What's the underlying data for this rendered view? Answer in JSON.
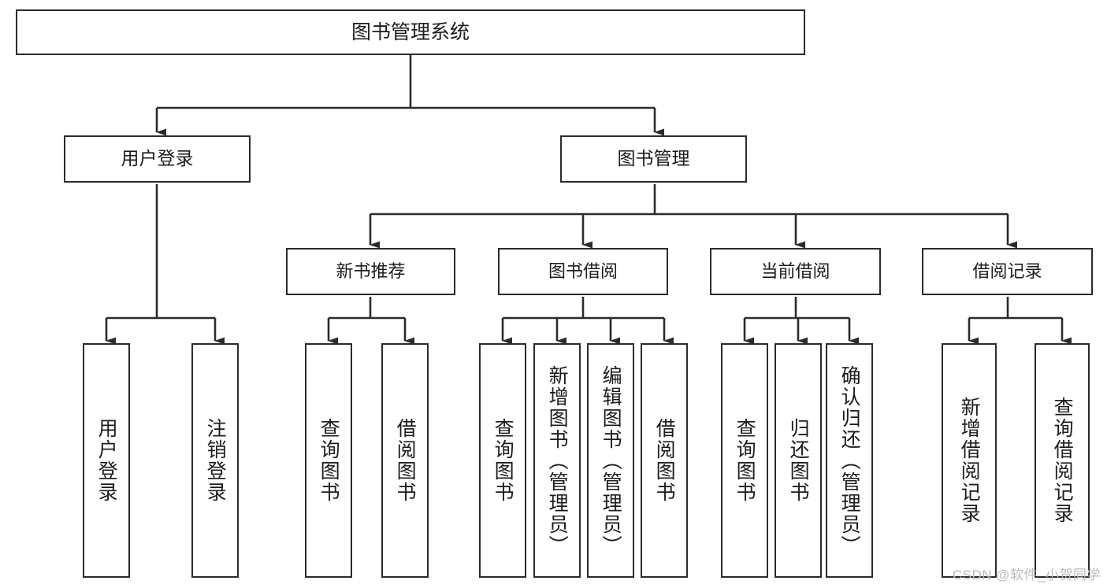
{
  "diagram": {
    "type": "tree-hierarchy-chart",
    "title": "图书管理系统",
    "stroke_color": "#2b2b2b",
    "background_color": "#ffffff",
    "nodes": {
      "root": {
        "label": "图书管理系统"
      },
      "level2": [
        {
          "id": "user-login",
          "label": "用户登录"
        },
        {
          "id": "book-management",
          "label": "图书管理"
        }
      ],
      "level3": [
        {
          "id": "new-book-recommend",
          "label": "新书推荐"
        },
        {
          "id": "book-borrow",
          "label": "图书借阅"
        },
        {
          "id": "current-borrow",
          "label": "当前借阅"
        },
        {
          "id": "borrow-record",
          "label": "借阅记录"
        }
      ],
      "leaves": {
        "user-login": [
          {
            "id": "leaf-user-login",
            "label": "用户登录"
          },
          {
            "id": "leaf-logout-login",
            "label": "注销登录"
          }
        ],
        "new-book-recommend": [
          {
            "id": "leaf-query-book-1",
            "label": "查询图书"
          },
          {
            "id": "leaf-borrow-book-1",
            "label": "借阅图书"
          }
        ],
        "book-borrow": [
          {
            "id": "leaf-query-book-2",
            "label": "查询图书"
          },
          {
            "id": "leaf-add-book",
            "label": "新增图书（管理员）"
          },
          {
            "id": "leaf-edit-book",
            "label": "编辑图书（管理员）"
          },
          {
            "id": "leaf-borrow-book-2",
            "label": "借阅图书"
          }
        ],
        "current-borrow": [
          {
            "id": "leaf-query-book-3",
            "label": "查询图书"
          },
          {
            "id": "leaf-return-book",
            "label": "归还图书"
          },
          {
            "id": "leaf-confirm-return",
            "label": "确认归还（管理员）"
          }
        ],
        "borrow-record": [
          {
            "id": "leaf-add-record",
            "label": "新增借阅记录"
          },
          {
            "id": "leaf-query-record",
            "label": "查询借阅记录"
          }
        ]
      }
    }
  },
  "watermark": {
    "text": "CSDN @软件_小贺同学"
  }
}
